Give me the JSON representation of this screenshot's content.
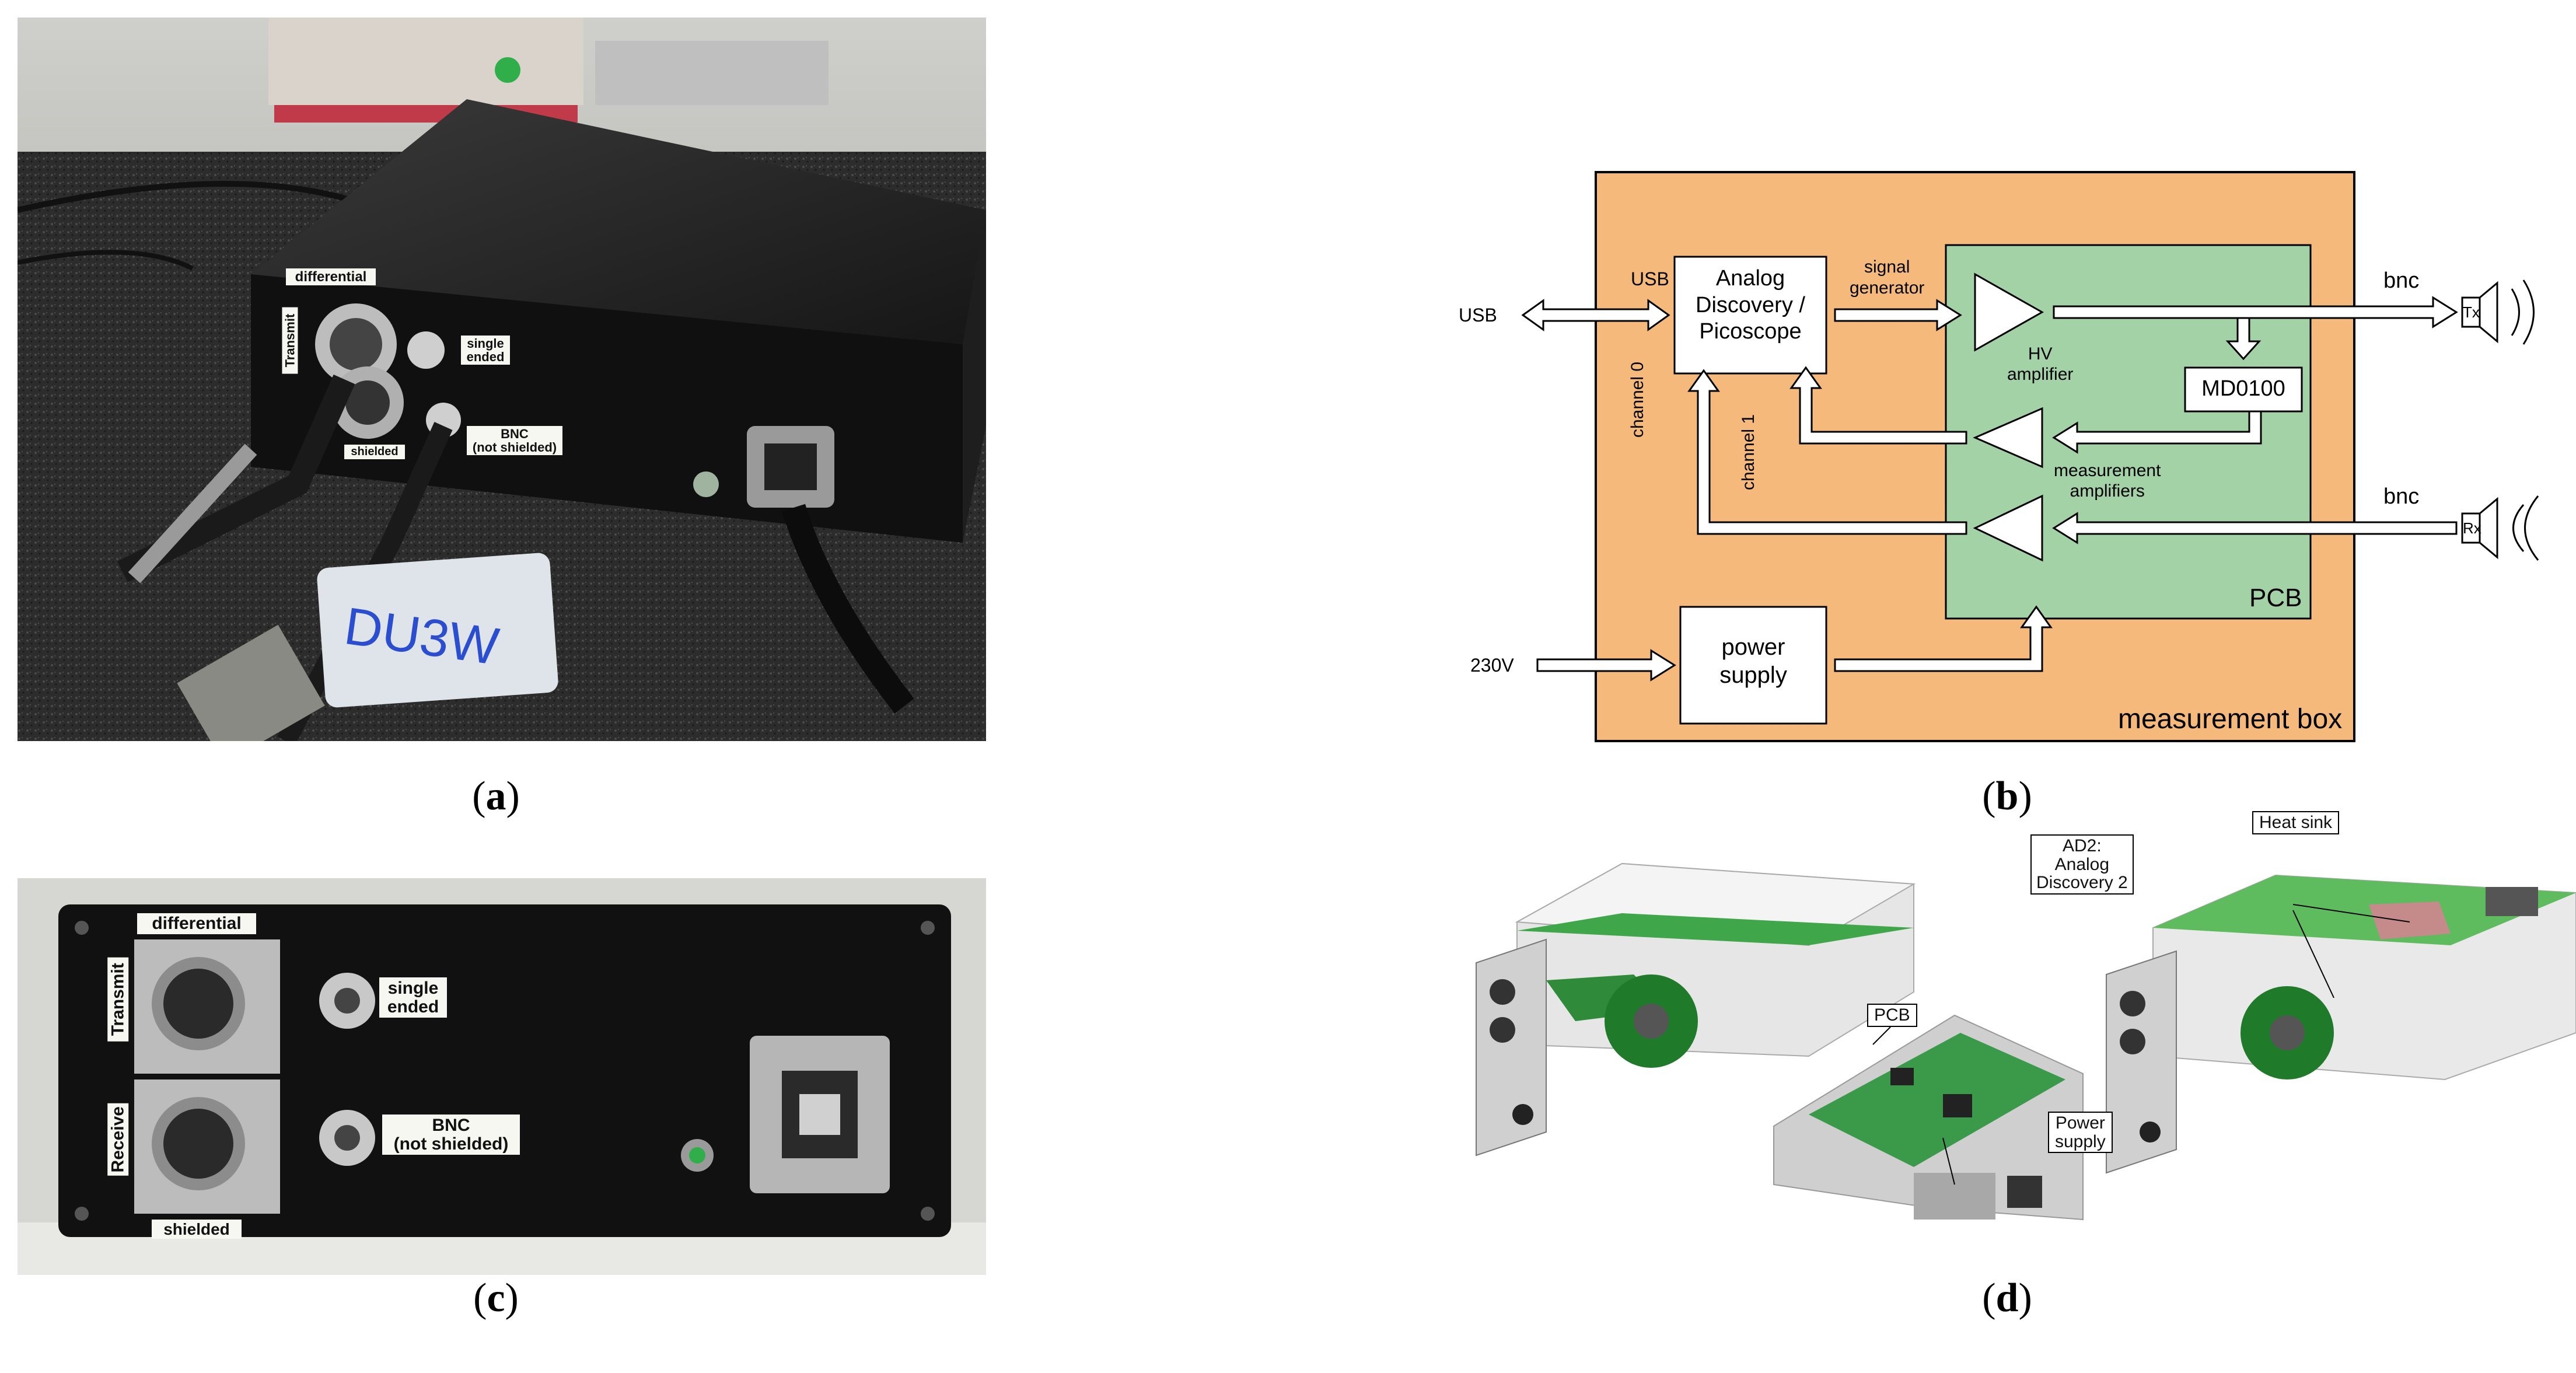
{
  "captions": {
    "a": "a",
    "b": "b",
    "c": "c",
    "d": "d"
  },
  "photo_a": {
    "labels": {
      "differential": "differential",
      "transmit": "Transmit",
      "single_ended": "single\nended",
      "bnc": "BNC\n(not shielded)",
      "shielded": "shielded",
      "tag": "DU3W"
    }
  },
  "diagram_b": {
    "box_label": "measurement box",
    "pcb_label": "PCB",
    "analog_box": "Analog\nDiscovery /\nPicoscope",
    "power_box": "power\nsupply",
    "md_box": "MD0100",
    "usb_outer": "USB",
    "usb_inner": "USB",
    "signal_generator": "signal\ngenerator",
    "hv_amplifier": "HV\namplifier",
    "measurement_amplifiers": "measurement\namplifiers",
    "channel0": "channel 0",
    "channel1": "channel 1",
    "bnc_top": "bnc",
    "bnc_bottom": "bnc",
    "tx": "Tx",
    "rx": "Rx",
    "v230": "230V",
    "colors": {
      "box": "#f5b97c",
      "pcb": "#a3d2a7"
    }
  },
  "photo_c": {
    "labels": {
      "differential": "differential",
      "transmit": "Transmit",
      "receive": "Receive",
      "single_ended": "single\nended",
      "bnc": "BNC\n(not shielded)",
      "shielded": "shielded"
    }
  },
  "render_d": {
    "labels": {
      "heat_sink": "Heat sink",
      "ad2": "AD2:\nAnalog\nDiscovery 2",
      "pcb": "PCB",
      "power_supply": "Power\nsupply"
    }
  }
}
